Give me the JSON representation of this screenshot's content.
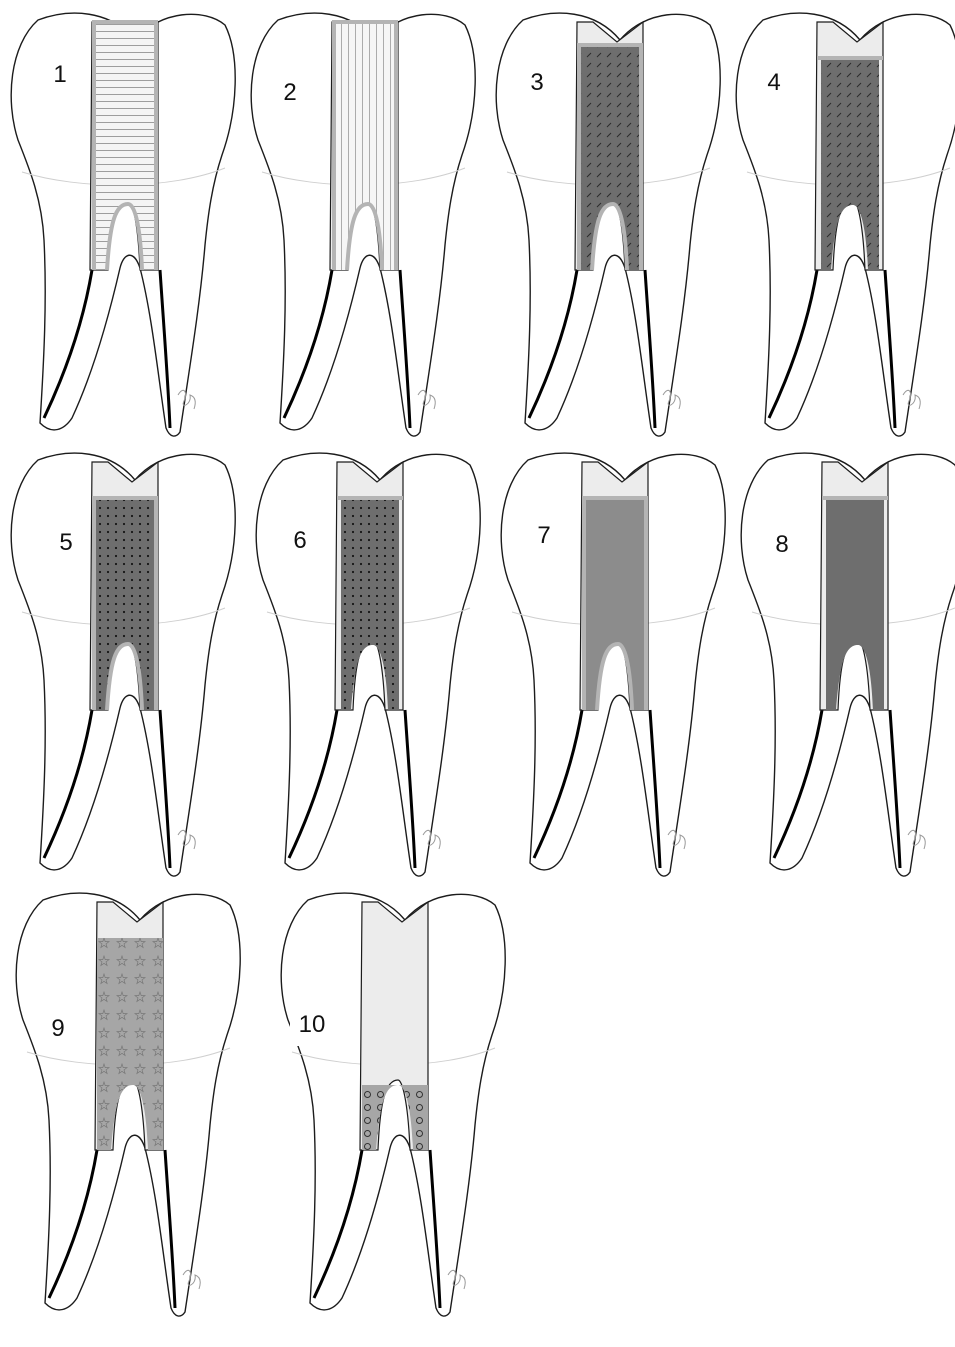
{
  "colors": {
    "background": "#ffffff",
    "outline": "#1c1c1c",
    "liner": "#b4b4b4",
    "fill_light": "#f4f4f4",
    "fill_dark": "#6e6e6e",
    "fill_mid": "#8c8c8c",
    "fill_medium": "#a6a6a6",
    "chamber_top": "#ececec",
    "pattern_mark": "#1e1e1e"
  },
  "panels": [
    {
      "number": "1",
      "fill": "horizontal-lines",
      "liner": "full",
      "coronal_space": "none"
    },
    {
      "number": "2",
      "fill": "vertical-lines",
      "liner": "full",
      "coronal_space": "none"
    },
    {
      "number": "3",
      "fill": "diagonal-dashes",
      "liner": "full",
      "coronal_space": "thin"
    },
    {
      "number": "4",
      "fill": "diagonal-dashes",
      "liner": "coronal-only",
      "coronal_space": "thick"
    },
    {
      "number": "5",
      "fill": "dots",
      "liner": "full",
      "coronal_space": "thick"
    },
    {
      "number": "6",
      "fill": "dots",
      "liner": "coronal-only",
      "coronal_space": "thick"
    },
    {
      "number": "7",
      "fill": "solid-mid",
      "liner": "full",
      "coronal_space": "thick"
    },
    {
      "number": "8",
      "fill": "solid-dark",
      "liner": "coronal-only",
      "coronal_space": "thick"
    },
    {
      "number": "9",
      "fill": "stars",
      "liner": "none",
      "coronal_space": "thick"
    },
    {
      "number": "10",
      "fill": "circles",
      "liner": "none",
      "coronal_space": "deep"
    }
  ]
}
